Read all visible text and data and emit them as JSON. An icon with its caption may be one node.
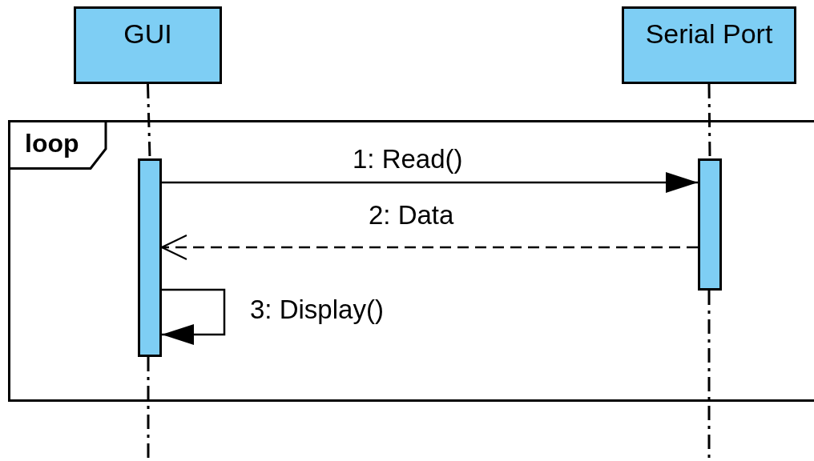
{
  "diagram": {
    "nodes": [
      {
        "text": [
          "GUI"
        ]
      },
      {
        "text": [
          "Serial Port"
        ]
      },
      {
        "text": [
          "loop"
        ]
      },
      {
        "text": [],
        "shape": "bar",
        "in": 2
      },
      {
        "text": [],
        "shape": "bar",
        "in": 2
      }
    ],
    "edges": [
      {
        "from": 0,
        "to": 3,
        "arrow": "none",
        "style": "dashed"
      },
      {
        "from": 1,
        "to": 4,
        "arrow": "none",
        "style": "dashed"
      },
      {
        "from": 3,
        "to": 4,
        "arrow": "to",
        "label": "1: Read()"
      },
      {
        "from": 4,
        "to": 3,
        "arrow": "to",
        "label": "2: Data",
        "style": "dashed"
      },
      {
        "from": 3,
        "to": 3,
        "arrow": "to",
        "label": "3: Display()"
      }
    ]
  }
}
